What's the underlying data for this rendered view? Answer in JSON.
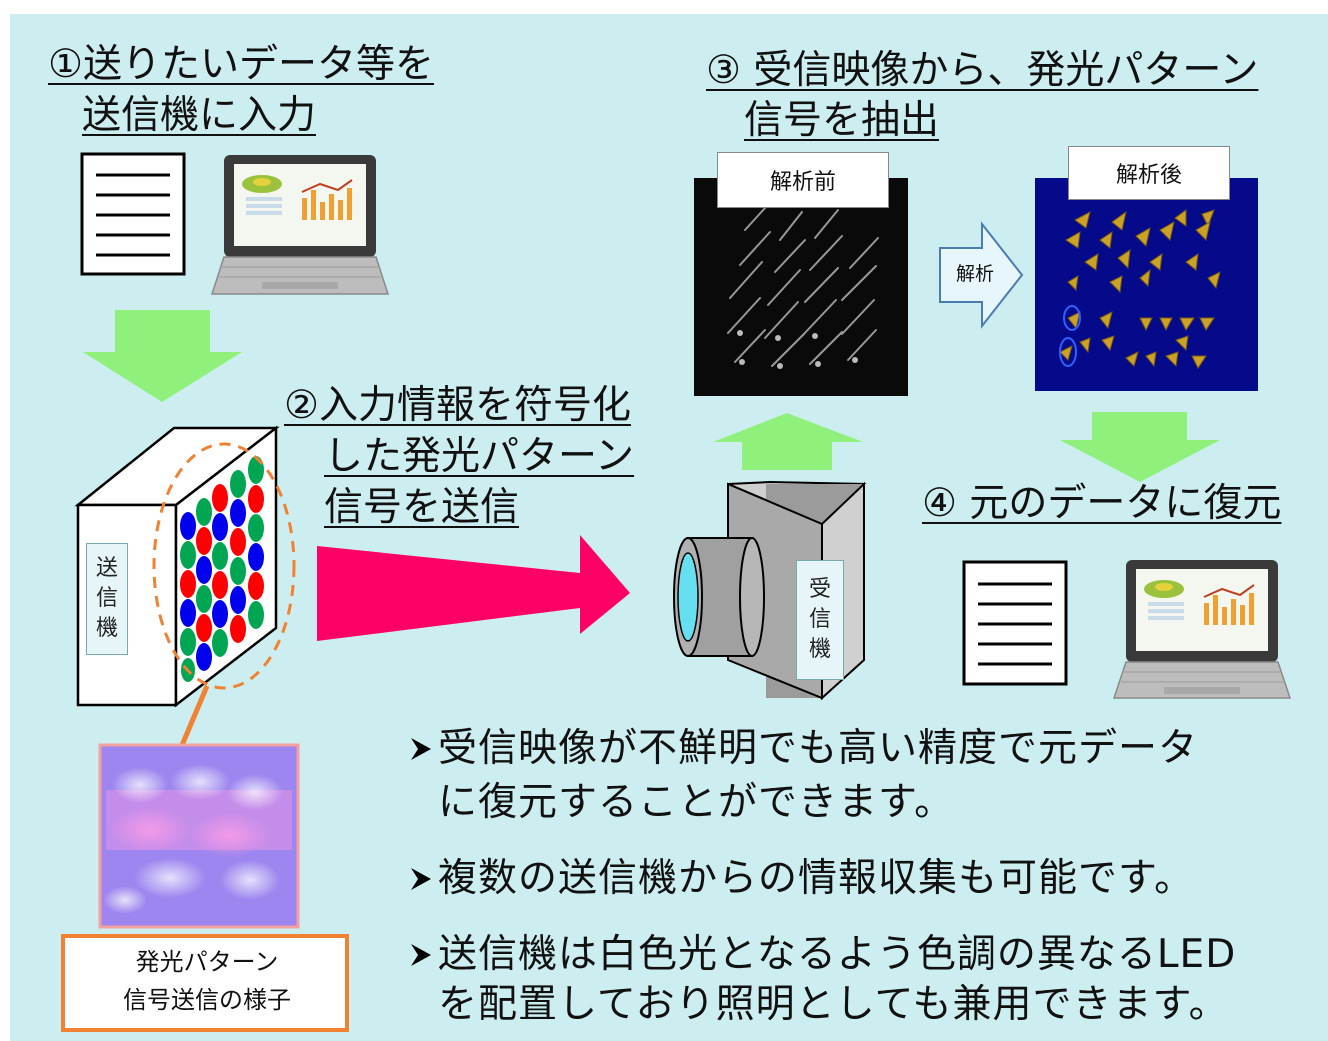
{
  "steps": {
    "step1": {
      "line1": "①送りたいデータ等を",
      "line2": "送信機に入力"
    },
    "step2": {
      "line1": "②入力情報を符号化",
      "line2": "した発光パターン",
      "line3": "信号を送信"
    },
    "step3": {
      "line1": "③ 受信映像から、発光パターン",
      "line2": "信号を抽出"
    },
    "step4": {
      "line1": "④ 元のデータに復元"
    }
  },
  "images": {
    "before_label": "解析前",
    "after_label": "解析後",
    "analysis_arrow_label": "解析"
  },
  "devices": {
    "transmitter": [
      "送",
      "信",
      "機"
    ],
    "receiver": [
      "受",
      "信",
      "機"
    ]
  },
  "caption": {
    "line1": "発光パターン",
    "line2": "信号送信の様子"
  },
  "bullets": [
    {
      "line1": "受信映像が不鮮明でも高い精度で元データ",
      "line2": "に復元することができます。"
    },
    {
      "line1": "複数の送信機からの情報収集も可能です。",
      "line2": ""
    },
    {
      "line1": "送信機は白色光となるよう色調の異なるLED",
      "line2": "を配置しており照明としても兼用できます。"
    }
  ],
  "colors": {
    "background": "#cdeef0",
    "flow_arrow": "#8ff07c",
    "signal_arrow": "#ff0066",
    "led_red": "#ff0000",
    "led_green": "#00a651",
    "led_blue": "#0000ee",
    "callout": "#f08232"
  }
}
